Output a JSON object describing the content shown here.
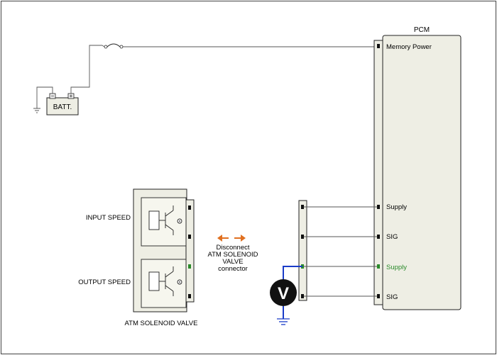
{
  "pcm": {
    "title": "PCM",
    "pins": [
      {
        "label": "Memory Power",
        "color": "#000000"
      },
      {
        "label": "Supply",
        "color": "#000000"
      },
      {
        "label": "SIG",
        "color": "#000000"
      },
      {
        "label": "Supply",
        "color": "#2a8a2a"
      },
      {
        "label": "SIG",
        "color": "#000000"
      }
    ]
  },
  "battery": {
    "label": "BATT."
  },
  "solenoid": {
    "label": "ATM SOLENOID VALVE",
    "input_label": "INPUT SPEED",
    "output_label": "OUTPUT SPEED"
  },
  "disconnect_note": {
    "lines": [
      "Disconnect",
      "ATM SOLENOID",
      "VALVE",
      "connector"
    ],
    "arrow_color": "#e07020"
  },
  "voltmeter": {
    "symbol": "V",
    "probe_color": "#1a3cc8"
  },
  "measured_pin_color": "#2a8a2a"
}
